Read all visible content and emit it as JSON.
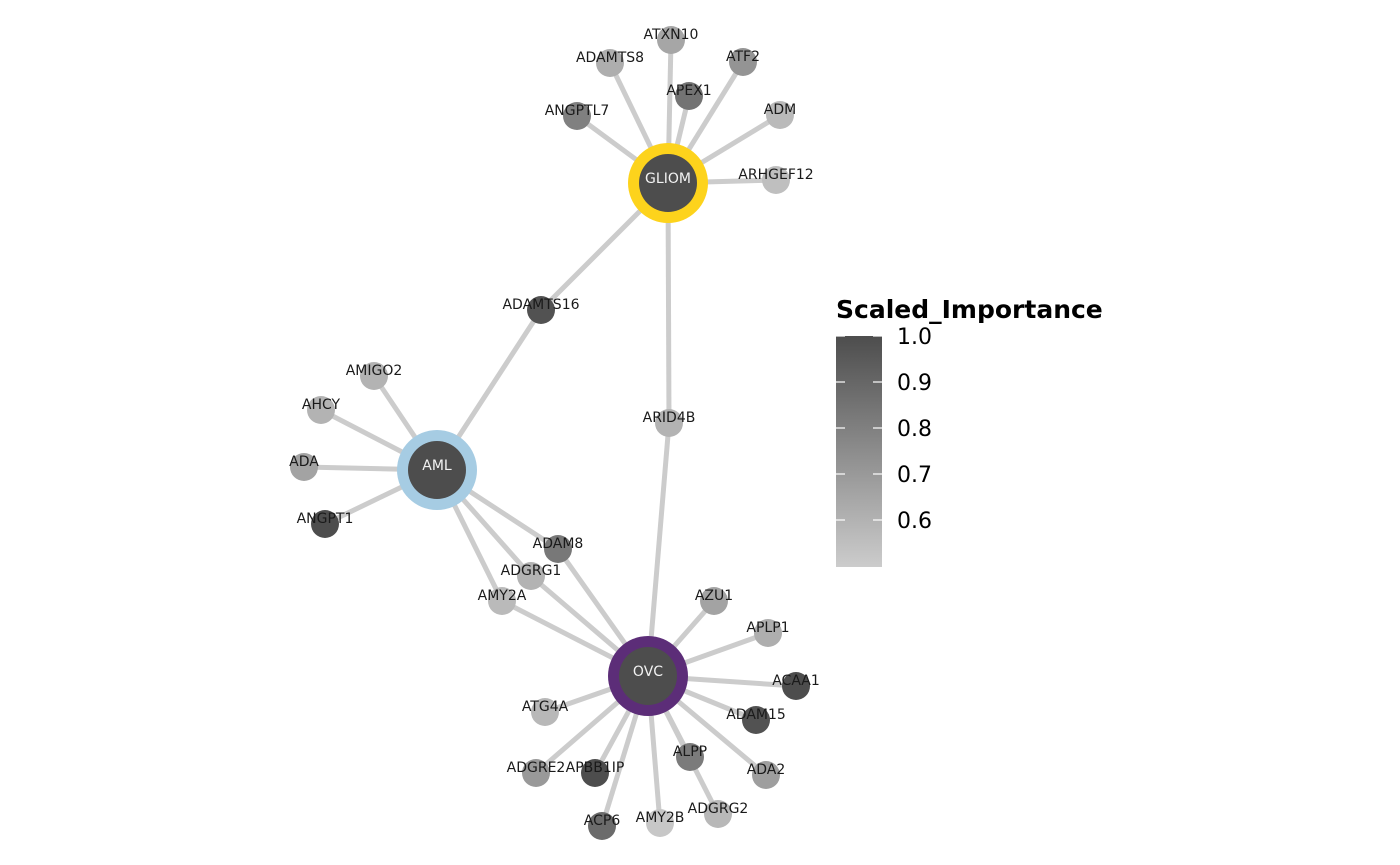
{
  "legend": {
    "title": "Scaled_Importance",
    "ticks": [
      "1.0",
      "0.9",
      "0.8",
      "0.7",
      "0.6"
    ],
    "color_low": "#cccccc",
    "color_high": "#4d4d4d"
  },
  "hubs": [
    {
      "id": "GLIOM",
      "label": "GLIOM",
      "ring_color": "#fdd31c",
      "importance": 1.0
    },
    {
      "id": "AML",
      "label": "AML",
      "ring_color": "#a6cce3",
      "importance": 1.0
    },
    {
      "id": "OVC",
      "label": "OVC",
      "ring_color": "#5c2d78",
      "importance": 1.0
    }
  ],
  "genes": [
    {
      "id": "ATXN10",
      "label": "ATXN10",
      "importance": 0.65,
      "links": [
        "GLIOM"
      ]
    },
    {
      "id": "ADAMTS8",
      "label": "ADAMTS8",
      "importance": 0.62,
      "links": [
        "GLIOM"
      ]
    },
    {
      "id": "ATF2",
      "label": "ATF2",
      "importance": 0.72,
      "links": [
        "GLIOM"
      ]
    },
    {
      "id": "APEX1",
      "label": "APEX1",
      "importance": 0.85,
      "links": [
        "GLIOM"
      ]
    },
    {
      "id": "ANGPTL7",
      "label": "ANGPTL7",
      "importance": 0.8,
      "links": [
        "GLIOM"
      ]
    },
    {
      "id": "ADM",
      "label": "ADM",
      "importance": 0.57,
      "links": [
        "GLIOM"
      ]
    },
    {
      "id": "ARHGEF12",
      "label": "ARHGEF12",
      "importance": 0.55,
      "links": [
        "GLIOM"
      ]
    },
    {
      "id": "ADAMTS16",
      "label": "ADAMTS16",
      "importance": 0.98,
      "links": [
        "GLIOM",
        "AML"
      ]
    },
    {
      "id": "ARID4B",
      "label": "ARID4B",
      "importance": 0.6,
      "links": [
        "GLIOM",
        "OVC"
      ]
    },
    {
      "id": "AMIGO2",
      "label": "AMIGO2",
      "importance": 0.6,
      "links": [
        "AML"
      ]
    },
    {
      "id": "AHCY",
      "label": "AHCY",
      "importance": 0.6,
      "links": [
        "AML"
      ]
    },
    {
      "id": "ADA",
      "label": "ADA",
      "importance": 0.66,
      "links": [
        "AML"
      ]
    },
    {
      "id": "ANGPT1",
      "label": "ANGPT1",
      "importance": 1.0,
      "links": [
        "AML"
      ]
    },
    {
      "id": "ADAM8",
      "label": "ADAM8",
      "importance": 0.83,
      "links": [
        "AML",
        "OVC"
      ]
    },
    {
      "id": "ADGRG1",
      "label": "ADGRG1",
      "importance": 0.6,
      "links": [
        "AML",
        "OVC"
      ]
    },
    {
      "id": "AMY2A",
      "label": "AMY2A",
      "importance": 0.57,
      "links": [
        "AML",
        "OVC"
      ]
    },
    {
      "id": "AZU1",
      "label": "AZU1",
      "importance": 0.66,
      "links": [
        "OVC"
      ]
    },
    {
      "id": "APLP1",
      "label": "APLP1",
      "importance": 0.62,
      "links": [
        "OVC"
      ]
    },
    {
      "id": "ACAA1",
      "label": "ACAA1",
      "importance": 1.0,
      "links": [
        "OVC"
      ]
    },
    {
      "id": "ADAM15",
      "label": "ADAM15",
      "importance": 0.98,
      "links": [
        "OVC"
      ]
    },
    {
      "id": "ATG4A",
      "label": "ATG4A",
      "importance": 0.58,
      "links": [
        "OVC"
      ]
    },
    {
      "id": "ADGRE2",
      "label": "ADGRE2",
      "importance": 0.7,
      "links": [
        "OVC"
      ]
    },
    {
      "id": "APBB1IP",
      "label": "APBB1IP",
      "importance": 1.0,
      "links": [
        "OVC"
      ]
    },
    {
      "id": "ALPP",
      "label": "ALPP",
      "importance": 0.82,
      "links": [
        "OVC"
      ]
    },
    {
      "id": "ADA2",
      "label": "ADA2",
      "importance": 0.68,
      "links": [
        "OVC"
      ]
    },
    {
      "id": "ACP6",
      "label": "ACP6",
      "importance": 0.88,
      "links": [
        "OVC"
      ]
    },
    {
      "id": "AMY2B",
      "label": "AMY2B",
      "importance": 0.52,
      "links": [
        "OVC"
      ]
    },
    {
      "id": "ADGRG2",
      "label": "ADGRG2",
      "importance": 0.58,
      "links": [
        "OVC"
      ]
    }
  ]
}
